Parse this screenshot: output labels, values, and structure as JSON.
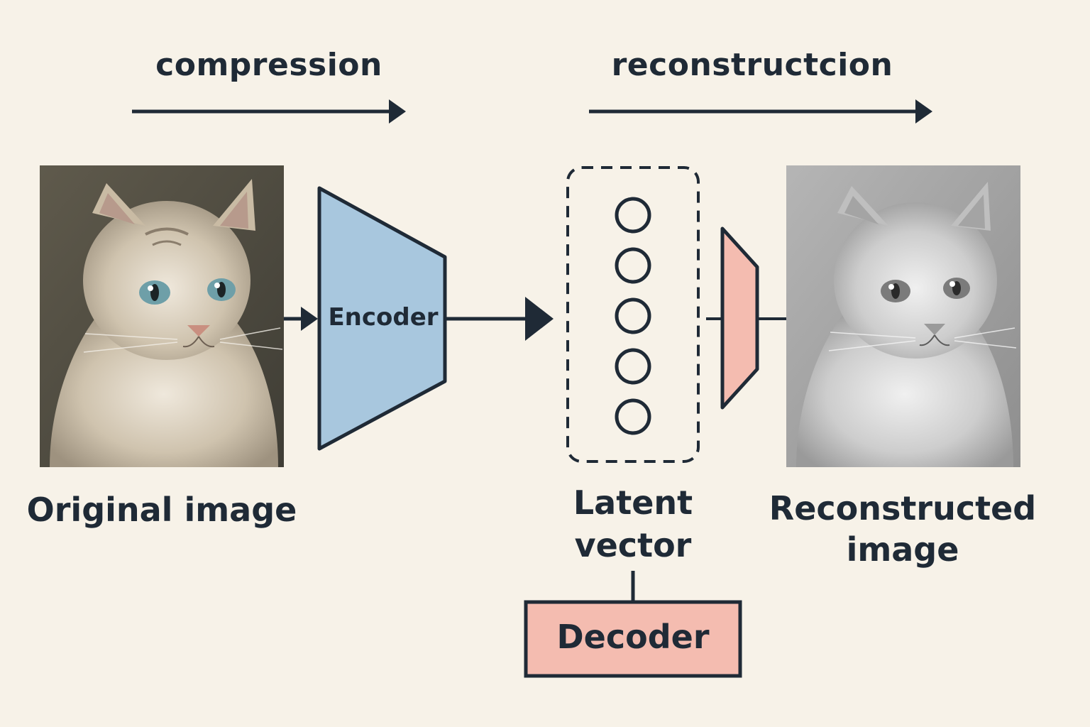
{
  "flow": {
    "compression_label": "compression",
    "reconstruction_label": "reconstructcion"
  },
  "original": {
    "caption": "Original image"
  },
  "encoder": {
    "label": "Encoder",
    "color": "#a8c7de"
  },
  "latent": {
    "caption_line1": "Latent",
    "caption_line2": "vector",
    "units": 5
  },
  "decoder": {
    "label": "Decoder",
    "color": "#f4bcb0"
  },
  "reconstructed": {
    "caption_line1": "Reconstructed",
    "caption_line2": "image"
  },
  "colors": {
    "background": "#f7f2e8",
    "ink": "#1f2a36"
  }
}
